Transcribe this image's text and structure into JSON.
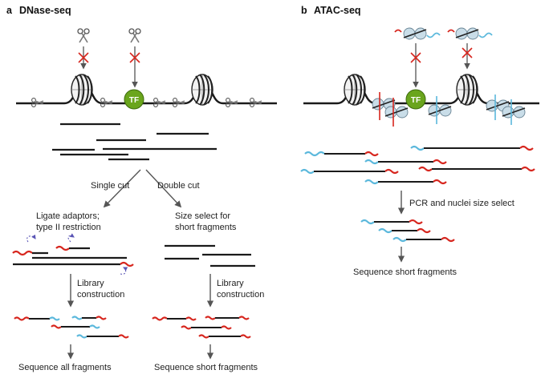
{
  "panel_a": {
    "letter": "a",
    "title": "DNase-seq",
    "tf_label": "TF",
    "single_cut": "Single cut",
    "double_cut": "Double cut",
    "ligate_line1": "Ligate adaptors;",
    "ligate_line2": "type II restriction",
    "size_select_line1": "Size select for",
    "size_select_line2": "short fragments",
    "library_line1": "Library",
    "library_line2": "construction",
    "library2_line1": "Library",
    "library2_line2": "construction",
    "sequence_all": "Sequence all fragments",
    "sequence_short": "Sequence short fragments"
  },
  "panel_b": {
    "letter": "b",
    "title": "ATAC-seq",
    "tf_label": "TF",
    "pcr_label": "PCR and nuclei size select",
    "sequence_short": "Sequence short fragments"
  },
  "colors": {
    "adaptor_red": "#d7261e",
    "adaptor_blue": "#5bb8dc",
    "tf_green": "#6aa51d",
    "block_x_red": "#d7261e",
    "dna_black": "#1a1a1a",
    "arrow_gray": "#555555",
    "loop_arrow": "#5a55b5"
  }
}
